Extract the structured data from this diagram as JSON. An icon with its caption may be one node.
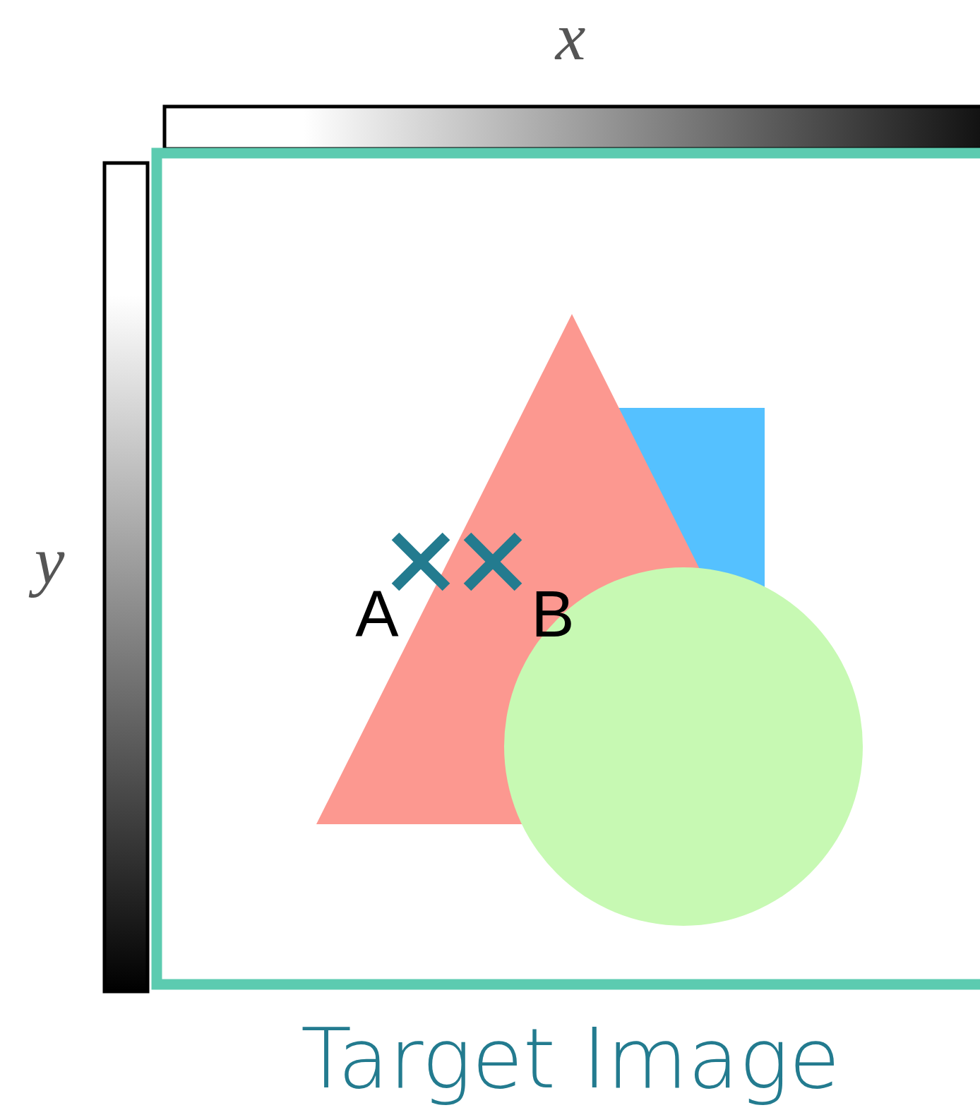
{
  "diagram": {
    "caption": "Target Image",
    "labels": [
      "x",
      "y",
      "A",
      "B"
    ]
  }
}
